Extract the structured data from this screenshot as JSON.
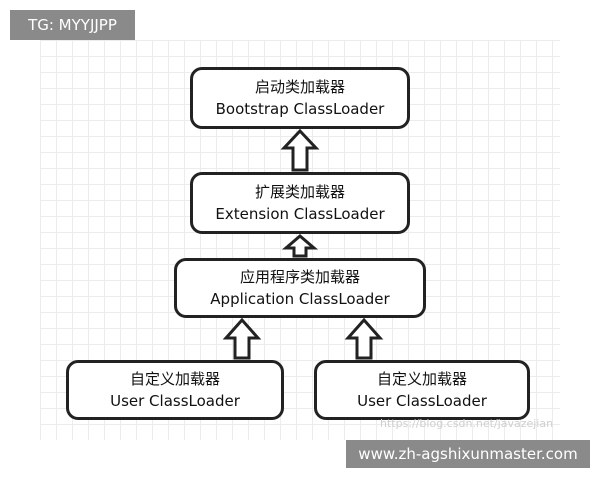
{
  "badges": {
    "tg": "TG: MYYJJPP",
    "site": "www.zh-agshixunmaster.com",
    "watermark": "https://blog.csdn.net/javazejian"
  },
  "diagram": {
    "nodes": [
      {
        "id": "bootstrap",
        "zh": "启动类加载器",
        "en": "Bootstrap ClassLoader"
      },
      {
        "id": "extension",
        "zh": "扩展类加载器",
        "en": "Extension ClassLoader"
      },
      {
        "id": "application",
        "zh": "应用程序类加载器",
        "en": "Application ClassLoader"
      },
      {
        "id": "user1",
        "zh": "自定义加载器",
        "en": "User ClassLoader"
      },
      {
        "id": "user2",
        "zh": "自定义加载器",
        "en": "User ClassLoader"
      }
    ],
    "edges": [
      {
        "from": "extension",
        "to": "bootstrap"
      },
      {
        "from": "application",
        "to": "extension"
      },
      {
        "from": "user1",
        "to": "application"
      },
      {
        "from": "user2",
        "to": "application"
      }
    ]
  }
}
